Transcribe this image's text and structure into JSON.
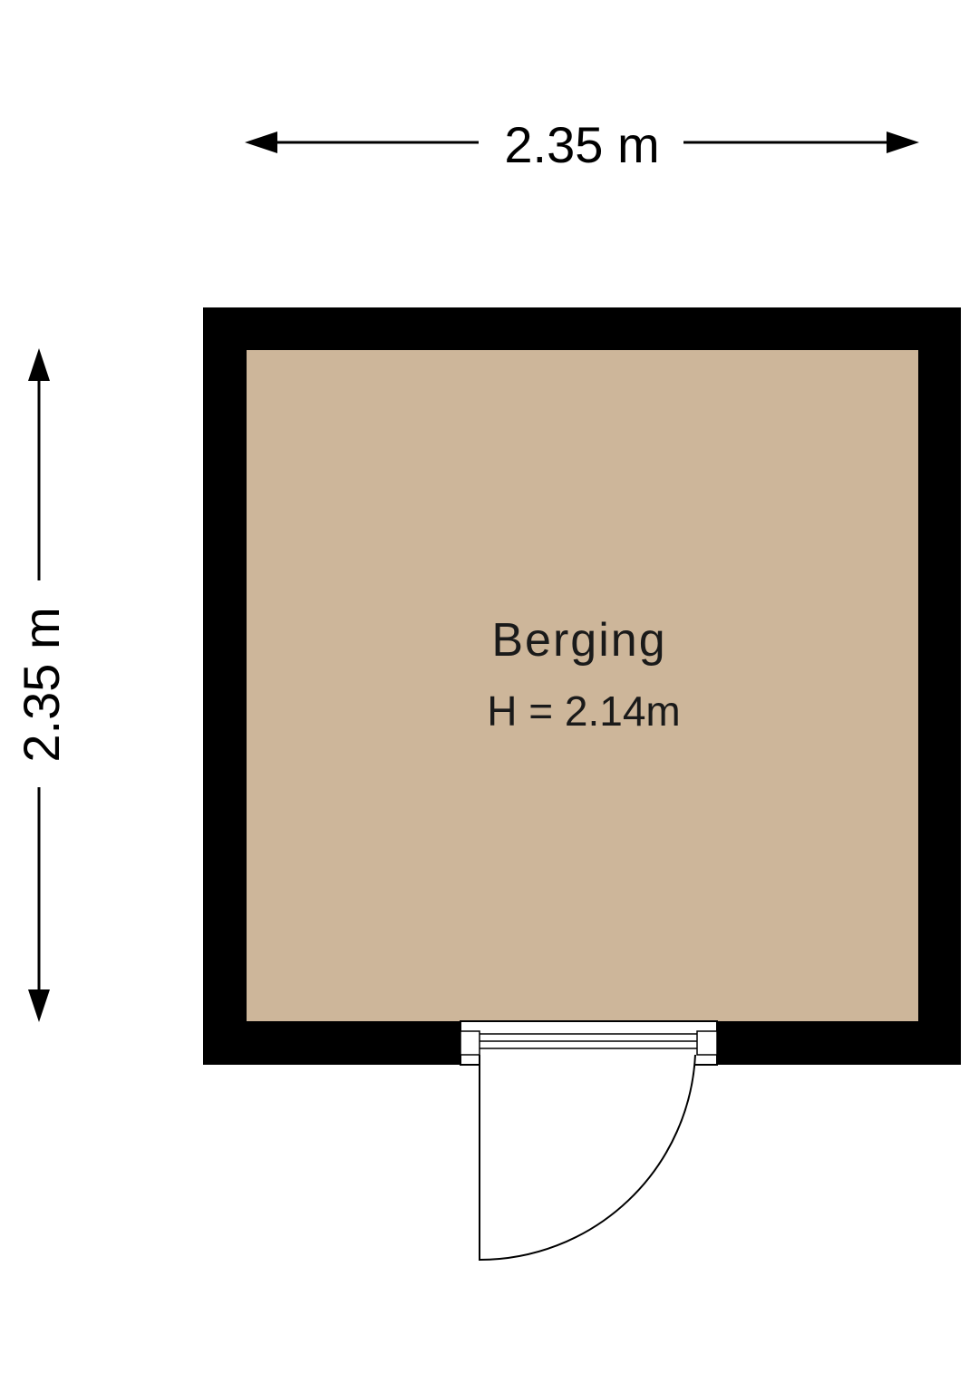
{
  "dimensions": {
    "width_label": "2.35 m",
    "depth_label": "2.35 m"
  },
  "room": {
    "name": "Berging",
    "height_label": "H = 2.14m"
  },
  "colors": {
    "floor": "#cdb69a",
    "wall": "#000000",
    "background": "#ffffff"
  }
}
